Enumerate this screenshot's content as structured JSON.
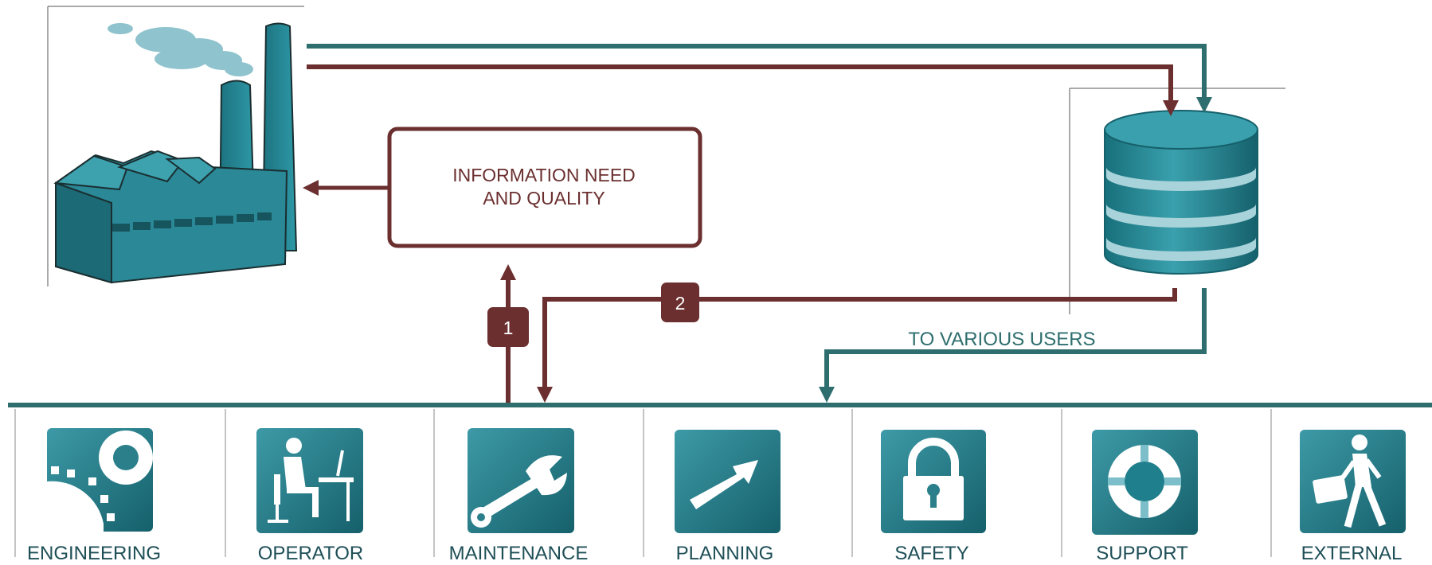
{
  "info_box": {
    "line1": "INFORMATION NEED",
    "line2": "AND QUALITY"
  },
  "badges": {
    "first": "1",
    "second": "2"
  },
  "users_label": "TO VARIOUS USERS",
  "departments": [
    {
      "label": "ENGINEERING",
      "icon": "gears-icon"
    },
    {
      "label": "OPERATOR",
      "icon": "operator-at-desk-icon"
    },
    {
      "label": "MAINTENANCE",
      "icon": "wrench-icon"
    },
    {
      "label": "PLANNING",
      "icon": "arrow-icon"
    },
    {
      "label": "SAFETY",
      "icon": "padlock-icon"
    },
    {
      "label": "SUPPORT",
      "icon": "lifebuoy-icon"
    },
    {
      "label": "EXTERNAL",
      "icon": "walking-person-briefcase-icon"
    }
  ],
  "colors": {
    "teal": "#2f6e6e",
    "maroon": "#6b2f2f",
    "icon_teal": "#1f7f8c",
    "box_border": "#6b2f2f"
  }
}
